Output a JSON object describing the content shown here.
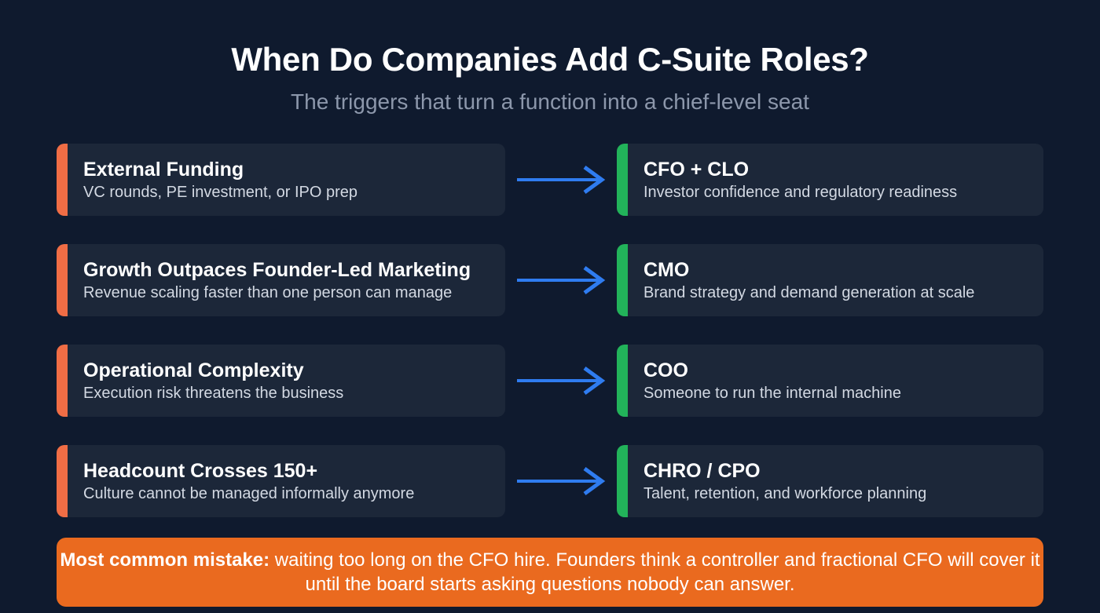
{
  "header": {
    "title": "When Do Companies Add C-Suite Roles?",
    "subtitle": "The triggers that turn a function into a chief-level seat"
  },
  "colors": {
    "background": "#0f1a2e",
    "card": "#1c2739",
    "trigger_accent": "#f06d45",
    "role_accent": "#22b35a",
    "arrow": "#2f7cf0",
    "callout": "#ea6a1f"
  },
  "rows": [
    {
      "trigger": {
        "title": "External Funding",
        "description": "VC rounds, PE investment, or IPO prep"
      },
      "arrow_icon": "arrow-right-icon",
      "role": {
        "title": "CFO + CLO",
        "description": "Investor confidence and regulatory readiness"
      }
    },
    {
      "trigger": {
        "title": "Growth Outpaces Founder-Led Marketing",
        "description": "Revenue scaling faster than one person can manage"
      },
      "arrow_icon": "arrow-right-icon",
      "role": {
        "title": "CMO",
        "description": "Brand strategy and demand generation at scale"
      }
    },
    {
      "trigger": {
        "title": "Operational Complexity",
        "description": "Execution risk threatens the business"
      },
      "arrow_icon": "arrow-right-icon",
      "role": {
        "title": "COO",
        "description": "Someone to run the internal machine"
      }
    },
    {
      "trigger": {
        "title": "Headcount Crosses 150+",
        "description": "Culture cannot be managed informally anymore"
      },
      "arrow_icon": "arrow-right-icon",
      "role": {
        "title": "CHRO / CPO",
        "description": "Talent, retention, and workforce planning"
      }
    }
  ],
  "callout": {
    "label": "Most common mistake:",
    "text": " waiting too long on the CFO hire. Founders think a controller and fractional CFO will cover it until the board starts asking questions nobody can answer."
  }
}
